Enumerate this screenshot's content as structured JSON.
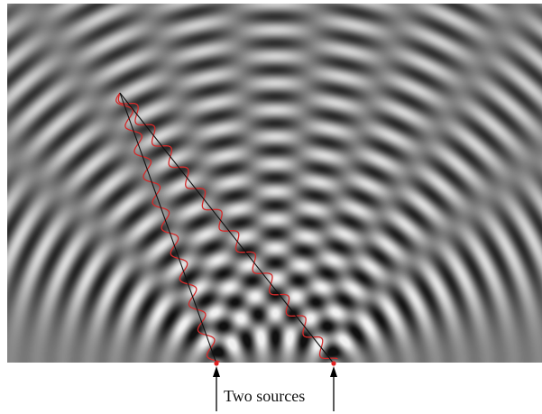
{
  "figure": {
    "caption": "Two sources",
    "colors": {
      "wave_path": "#d42a2a",
      "ray_line": "#111111",
      "source_dot": "#e02020",
      "fringe_dark": "#1e1e1e",
      "fringe_light": "#ffffff"
    },
    "sources": [
      {
        "name": "source-left"
      },
      {
        "name": "source-right"
      }
    ],
    "annotation": "arrows-pointing-up-to-sources"
  }
}
